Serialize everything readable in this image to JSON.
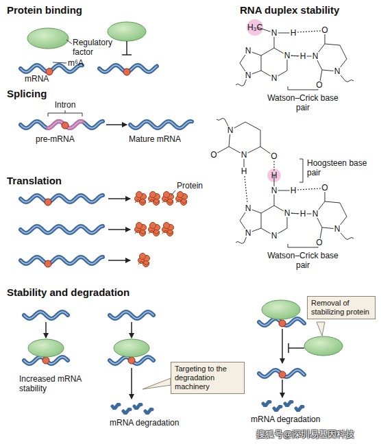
{
  "diagram": {
    "nodes": [
      {
        "text": [
          "Targeting to the degradation machinery"
        ]
      },
      {
        "text": [
          "Removal of stabilizing protein"
        ]
      }
    ],
    "labels": [
      "Protein binding",
      "Regulatory factor",
      "m⁶A",
      "mRNA",
      "Splicing",
      "Intron",
      "pre-mRNA",
      "Mature mRNA",
      "Translation",
      "Protein",
      "Stability and degradation",
      "Increased mRNA stability",
      "mRNA degradation",
      "mRNA degradation",
      "RNA duplex stability",
      "H₃C",
      "N",
      "H",
      "O",
      "N",
      "N",
      "N",
      "H",
      "N",
      "N",
      "O",
      "N",
      "Watson–Crick base pair",
      "O",
      "N",
      "N",
      "O",
      "H",
      "Hoogsteen base pair",
      "H",
      "N",
      "H",
      "O",
      "N",
      "N",
      "N",
      "H",
      "N",
      "N",
      "O",
      "N",
      "Watson–Crick base pair",
      "搜狐号@深圳易基因科技"
    ]
  }
}
